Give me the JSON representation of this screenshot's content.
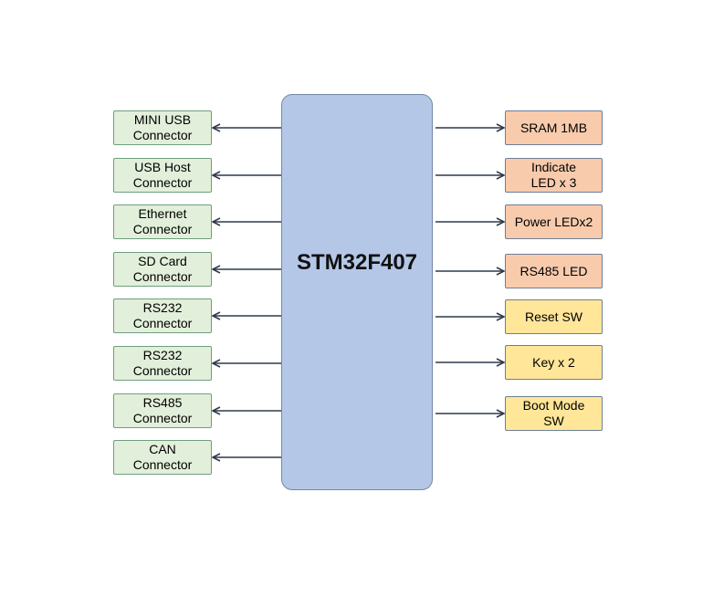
{
  "colors": {
    "mcu_fill": "#b4c7e7",
    "left_fill": "#e2efda",
    "salmon_fill": "#f8cbad",
    "yellow_fill": "#ffe699",
    "arrow": "#2f3a4a"
  },
  "mcu": {
    "label": "STM32F407"
  },
  "left_connectors": [
    {
      "label": "MINI USB\nConnector"
    },
    {
      "label": "USB Host\nConnector"
    },
    {
      "label": "Ethernet\nConnector"
    },
    {
      "label": "SD Card\nConnector"
    },
    {
      "label": "RS232\nConnector"
    },
    {
      "label": "RS232\nConnector"
    },
    {
      "label": "RS485\nConnector"
    },
    {
      "label": "CAN\nConnector"
    }
  ],
  "right_peripherals": [
    {
      "label": "SRAM 1MB",
      "color": "#f8cbad"
    },
    {
      "label": "Indicate\nLED x 3",
      "color": "#f8cbad"
    },
    {
      "label": "Power LEDx2",
      "color": "#f8cbad"
    },
    {
      "label": "RS485 LED",
      "color": "#f8cbad"
    },
    {
      "label": "Reset SW",
      "color": "#ffe699"
    },
    {
      "label": "Key x 2",
      "color": "#ffe699"
    },
    {
      "label": "Boot Mode\nSW",
      "color": "#ffe699"
    }
  ]
}
